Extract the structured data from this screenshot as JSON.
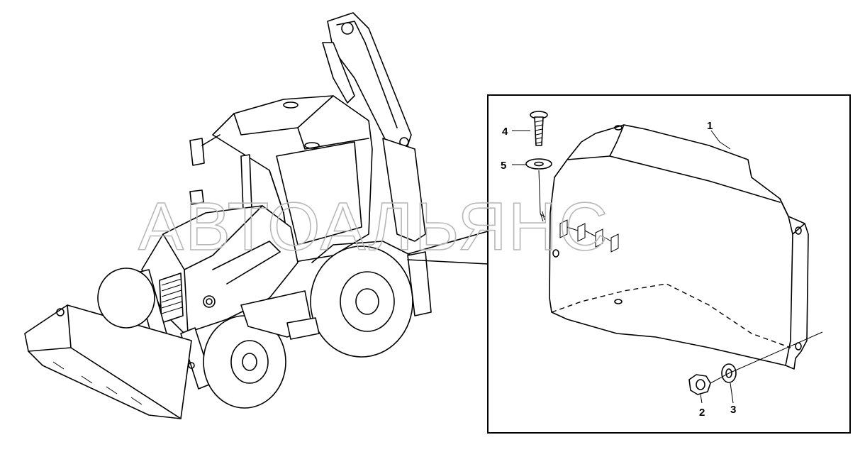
{
  "watermark": {
    "text": "АВТОАЛЬЯНС"
  },
  "callouts": [
    {
      "id": "1",
      "label": "1"
    },
    {
      "id": "2",
      "label": "2"
    },
    {
      "id": "3",
      "label": "3"
    },
    {
      "id": "4",
      "label": "4"
    },
    {
      "id": "5",
      "label": "5"
    }
  ],
  "parts": {
    "machine": "backhoe-loader",
    "detail": "fender-guard",
    "fasteners": [
      "bolt",
      "washer",
      "nut"
    ]
  },
  "colors": {
    "line": "#000000",
    "background": "#ffffff",
    "watermark": "#b8b8b8"
  }
}
